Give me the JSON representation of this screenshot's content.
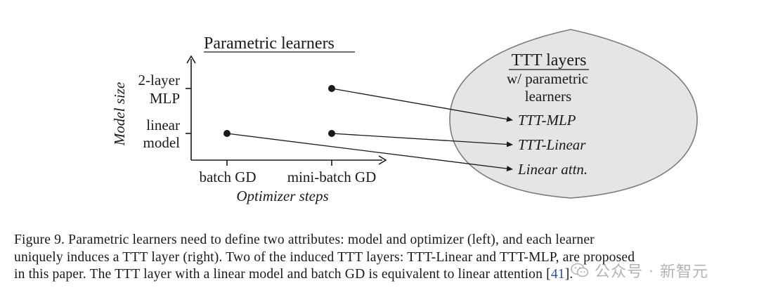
{
  "figure": {
    "left_title": "Parametric learners",
    "y_axis_label": "Model size",
    "x_axis_label": "Optimizer steps",
    "y_ticks": [
      {
        "line1": "2-layer",
        "line2": "MLP"
      },
      {
        "line1": "linear",
        "line2": "model"
      }
    ],
    "x_ticks": [
      "batch GD",
      "mini-batch GD"
    ],
    "ellipse_title": "TTT layers",
    "ellipse_sub1": "w/ parametric",
    "ellipse_sub2": "learners",
    "ttt_items": [
      "TTT-MLP",
      "TTT-Linear",
      "Linear attn."
    ]
  },
  "caption": {
    "line1": "Figure 9. Parametric learners need to define two attributes: model and optimizer (left), and each learner",
    "line2": "uniquely induces a TTT layer (right). Two of the induced TTT layers: TTT-Linear and TTT-MLP, are proposed",
    "line3_pre": "in this paper. The TTT layer with a linear model and batch GD is equivalent to linear attention [",
    "line3_ref": "41",
    "line3_post": "]."
  },
  "watermark": {
    "text": "公众号 · 新智元",
    "icon": "wechat-icon"
  }
}
